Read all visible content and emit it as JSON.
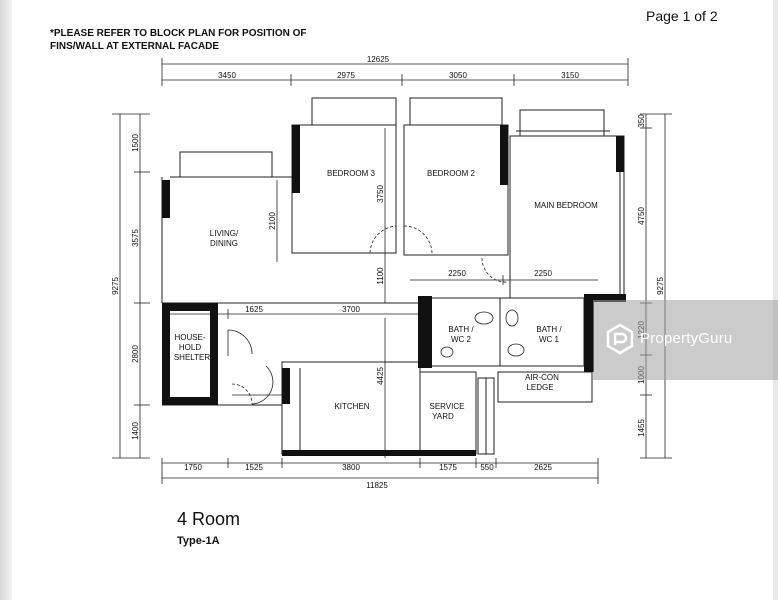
{
  "header": {
    "page_indicator": "Page 1 of 2",
    "note_line1": "*PLEASE REFER TO BLOCK PLAN FOR POSITION OF",
    "note_line2": "FINS/WALL AT EXTERNAL FACADE"
  },
  "rooms": {
    "bedroom3": "BEDROOM 3",
    "bedroom2": "BEDROOM 2",
    "main_bedroom": "MAIN BEDROOM",
    "living_line1": "LIVING/",
    "living_line2": "DINING",
    "shelter_line1": "HOUSE-",
    "shelter_line2": "HOLD",
    "shelter_line3": "SHELTER",
    "bath2_line1": "BATH /",
    "bath2_line2": "WC 2",
    "bath1_line1": "BATH /",
    "bath1_line2": "WC 1",
    "aircon_line1": "AIR-CON",
    "aircon_line2": "LEDGE",
    "kitchen": "KITCHEN",
    "service_line1": "SERVICE",
    "service_line2": "YARD"
  },
  "dimensions": {
    "top_total": "12625",
    "top_1": "3450",
    "top_2": "2975",
    "top_3": "3050",
    "top_4": "3150",
    "bottom_total": "11825",
    "bottom_1": "1750",
    "bottom_2": "1525",
    "bottom_3": "3800",
    "bottom_4": "1575",
    "bottom_5": "550",
    "bottom_6": "2625",
    "left_total": "9275",
    "left_1": "1500",
    "left_2": "3575",
    "left_3": "2800",
    "left_4": "1400",
    "right_total": "9275",
    "right_1": "350",
    "right_2": "4750",
    "right_3": "1220",
    "right_4": "1000",
    "right_5": "1455",
    "inner_2100": "2100",
    "inner_3750": "3750",
    "inner_1100": "1100",
    "inner_2250a": "2250",
    "inner_2250b": "2250",
    "inner_1625": "1625",
    "inner_3700": "3700",
    "inner_4425": "4425"
  },
  "footer": {
    "title": "4 Room",
    "type": "Type-1A"
  },
  "watermark": {
    "text": "PropertyGuru",
    "logo_icon": "propertyguru-logo-icon"
  }
}
